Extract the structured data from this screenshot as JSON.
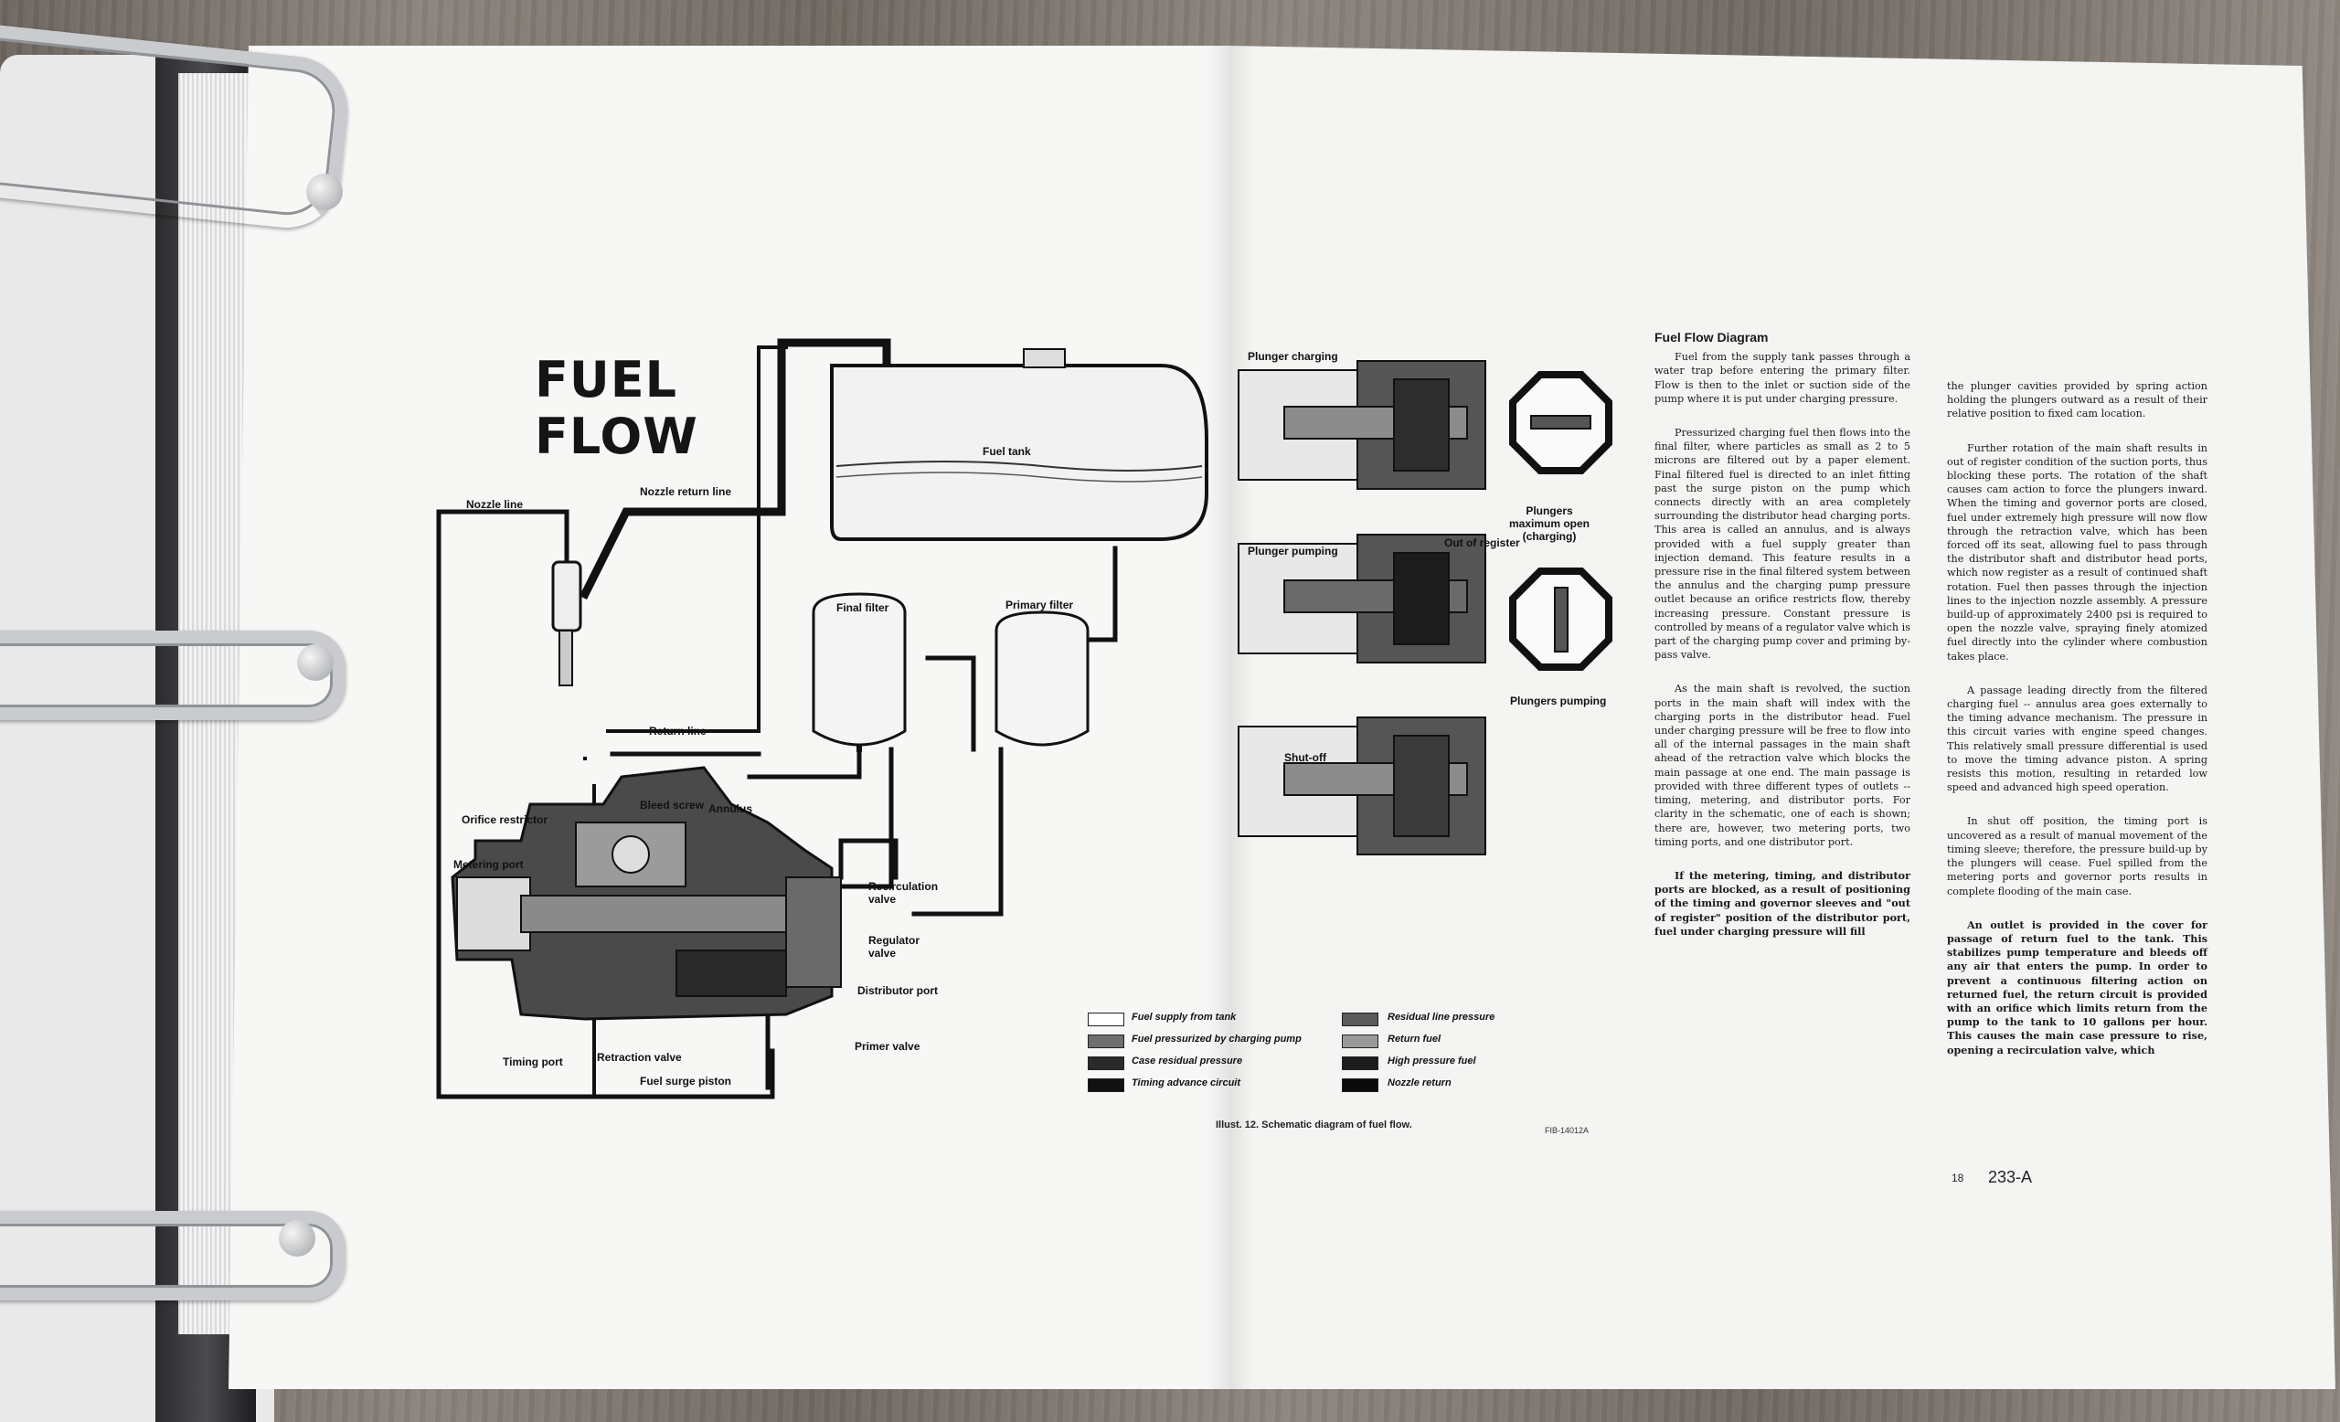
{
  "left_page": {
    "title_line1": "FUEL",
    "title_line2": "FLOW",
    "labels": {
      "nozzle_line": "Nozzle line",
      "nozzle_return_line": "Nozzle return line",
      "fuel_tank": "Fuel tank",
      "final_filter": "Final filter",
      "primary_filter": "Primary filter",
      "return_line": "Return line",
      "orifice_restrictor": "Orifice restrictor",
      "bleed_screw": "Bleed screw",
      "annulus": "Annulus",
      "metering_port": "Metering port",
      "recirculation_valve": "Recirculation valve",
      "regulator_valve": "Regulator valve",
      "distributor_port": "Distributor port",
      "primer_valve": "Primer valve",
      "timing_port": "Timing port",
      "retraction_valve": "Retraction valve",
      "fuel_surge_piston": "Fuel surge piston"
    }
  },
  "right_diagrams": {
    "plunger_charging": "Plunger charging",
    "plunger_pumping": "Plunger pumping",
    "shut_off": "Shut-off",
    "plungers_max_open": "Plungers maximum open (charging)",
    "out_of_register": "Out of register",
    "plungers_pumping": "Plungers pumping"
  },
  "legend": [
    {
      "label": "Fuel supply from tank",
      "color": "#ffffff"
    },
    {
      "label": "Fuel pressurized by charging pump",
      "color": "#6e6e6e"
    },
    {
      "label": "Case residual pressure",
      "color": "#2a2a2a"
    },
    {
      "label": "Timing advance circuit",
      "color": "#111111"
    },
    {
      "label": "Residual line pressure",
      "color": "#5a5a5a"
    },
    {
      "label": "Return fuel",
      "color": "#9a9a9a"
    },
    {
      "label": "High pressure fuel",
      "color": "#1c1c1c"
    },
    {
      "label": "Nozzle return",
      "color": "#0a0a0a"
    }
  ],
  "caption": "Illust. 12. Schematic diagram of fuel flow.",
  "fig_code": "FIB-14012A",
  "text": {
    "heading": "Fuel Flow Diagram",
    "col1": [
      "Fuel from the supply tank passes through a water trap before entering the primary filter. Flow is then to the inlet or suction side of the pump where it is put under charging pressure.",
      "Pressurized charging fuel then flows into the final filter, where particles as small as 2 to 5 microns are filtered out by a paper element. Final filtered fuel is directed to an inlet fitting past the surge piston on the pump which connects directly with an area completely surrounding the distributor head charging ports. This area is called an annulus, and is always provided with a fuel supply greater than injection demand. This feature results in a pressure rise in the final filtered system between the annulus and the charging pump pressure outlet because an orifice restricts flow, thereby increasing pressure. Constant pressure is controlled by means of a regulator valve which is part of the charging pump cover and priming by-pass valve.",
      "As the main shaft is revolved, the suction ports in the main shaft will index with the charging ports in the distributor head. Fuel under charging pressure will be free to flow into all of the internal passages in the main shaft ahead of the retraction valve which blocks the main passage at one end. The main passage is provided with three different types of outlets -- timing, metering, and distributor ports. For clarity in the schematic, one of each is shown; there are, however, two metering ports, two timing ports, and one distributor port.",
      "If the metering, timing, and distributor ports are blocked, as a result of positioning of the timing and governor sleeves and \"out of register\" position of the distributor port, fuel under charging pressure will fill"
    ],
    "col2": [
      "the plunger cavities provided by spring action holding the plungers outward as a result of their relative position to fixed cam location.",
      "Further rotation of the main shaft results in out of register condition of the suction ports, thus blocking these ports. The rotation of the shaft causes cam action to force the plungers inward. When the timing and governor ports are closed, fuel under extremely high pressure will now flow through the retraction valve, which has been forced off its seat, allowing fuel to pass through the distributor shaft and distributor head ports, which now register as a result of continued shaft rotation. Fuel then passes through the injection lines to the injection nozzle assembly. A pressure build-up of approximately 2400 psi is required to open the nozzle valve, spraying finely atomized fuel directly into the cylinder where combustion takes place.",
      "A passage leading directly from the filtered charging fuel -- annulus area goes externally to the timing advance mechanism. The pressure in this circuit varies with engine speed changes. This relatively small pressure differential is used to move the timing advance piston. A spring resists this motion, resulting in retarded low speed and advanced high speed operation.",
      "In shut off position, the timing port is uncovered as a result of manual movement of the timing sleeve; therefore, the pressure build-up by the plungers will cease. Fuel spilled from the metering ports and governor ports results in complete flooding of the main case.",
      "An outlet is provided in the cover for passage of return fuel to the tank. This stabilizes pump temperature and bleeds off any air that enters the pump. In order to prevent a continuous filtering action on returned fuel, the return circuit is provided with an orifice which limits return from the pump to the tank to 10 gallons per hour. This causes the main case pressure to rise, opening a recirculation valve, which"
    ]
  },
  "page_number": "18",
  "page_code": "233-A"
}
